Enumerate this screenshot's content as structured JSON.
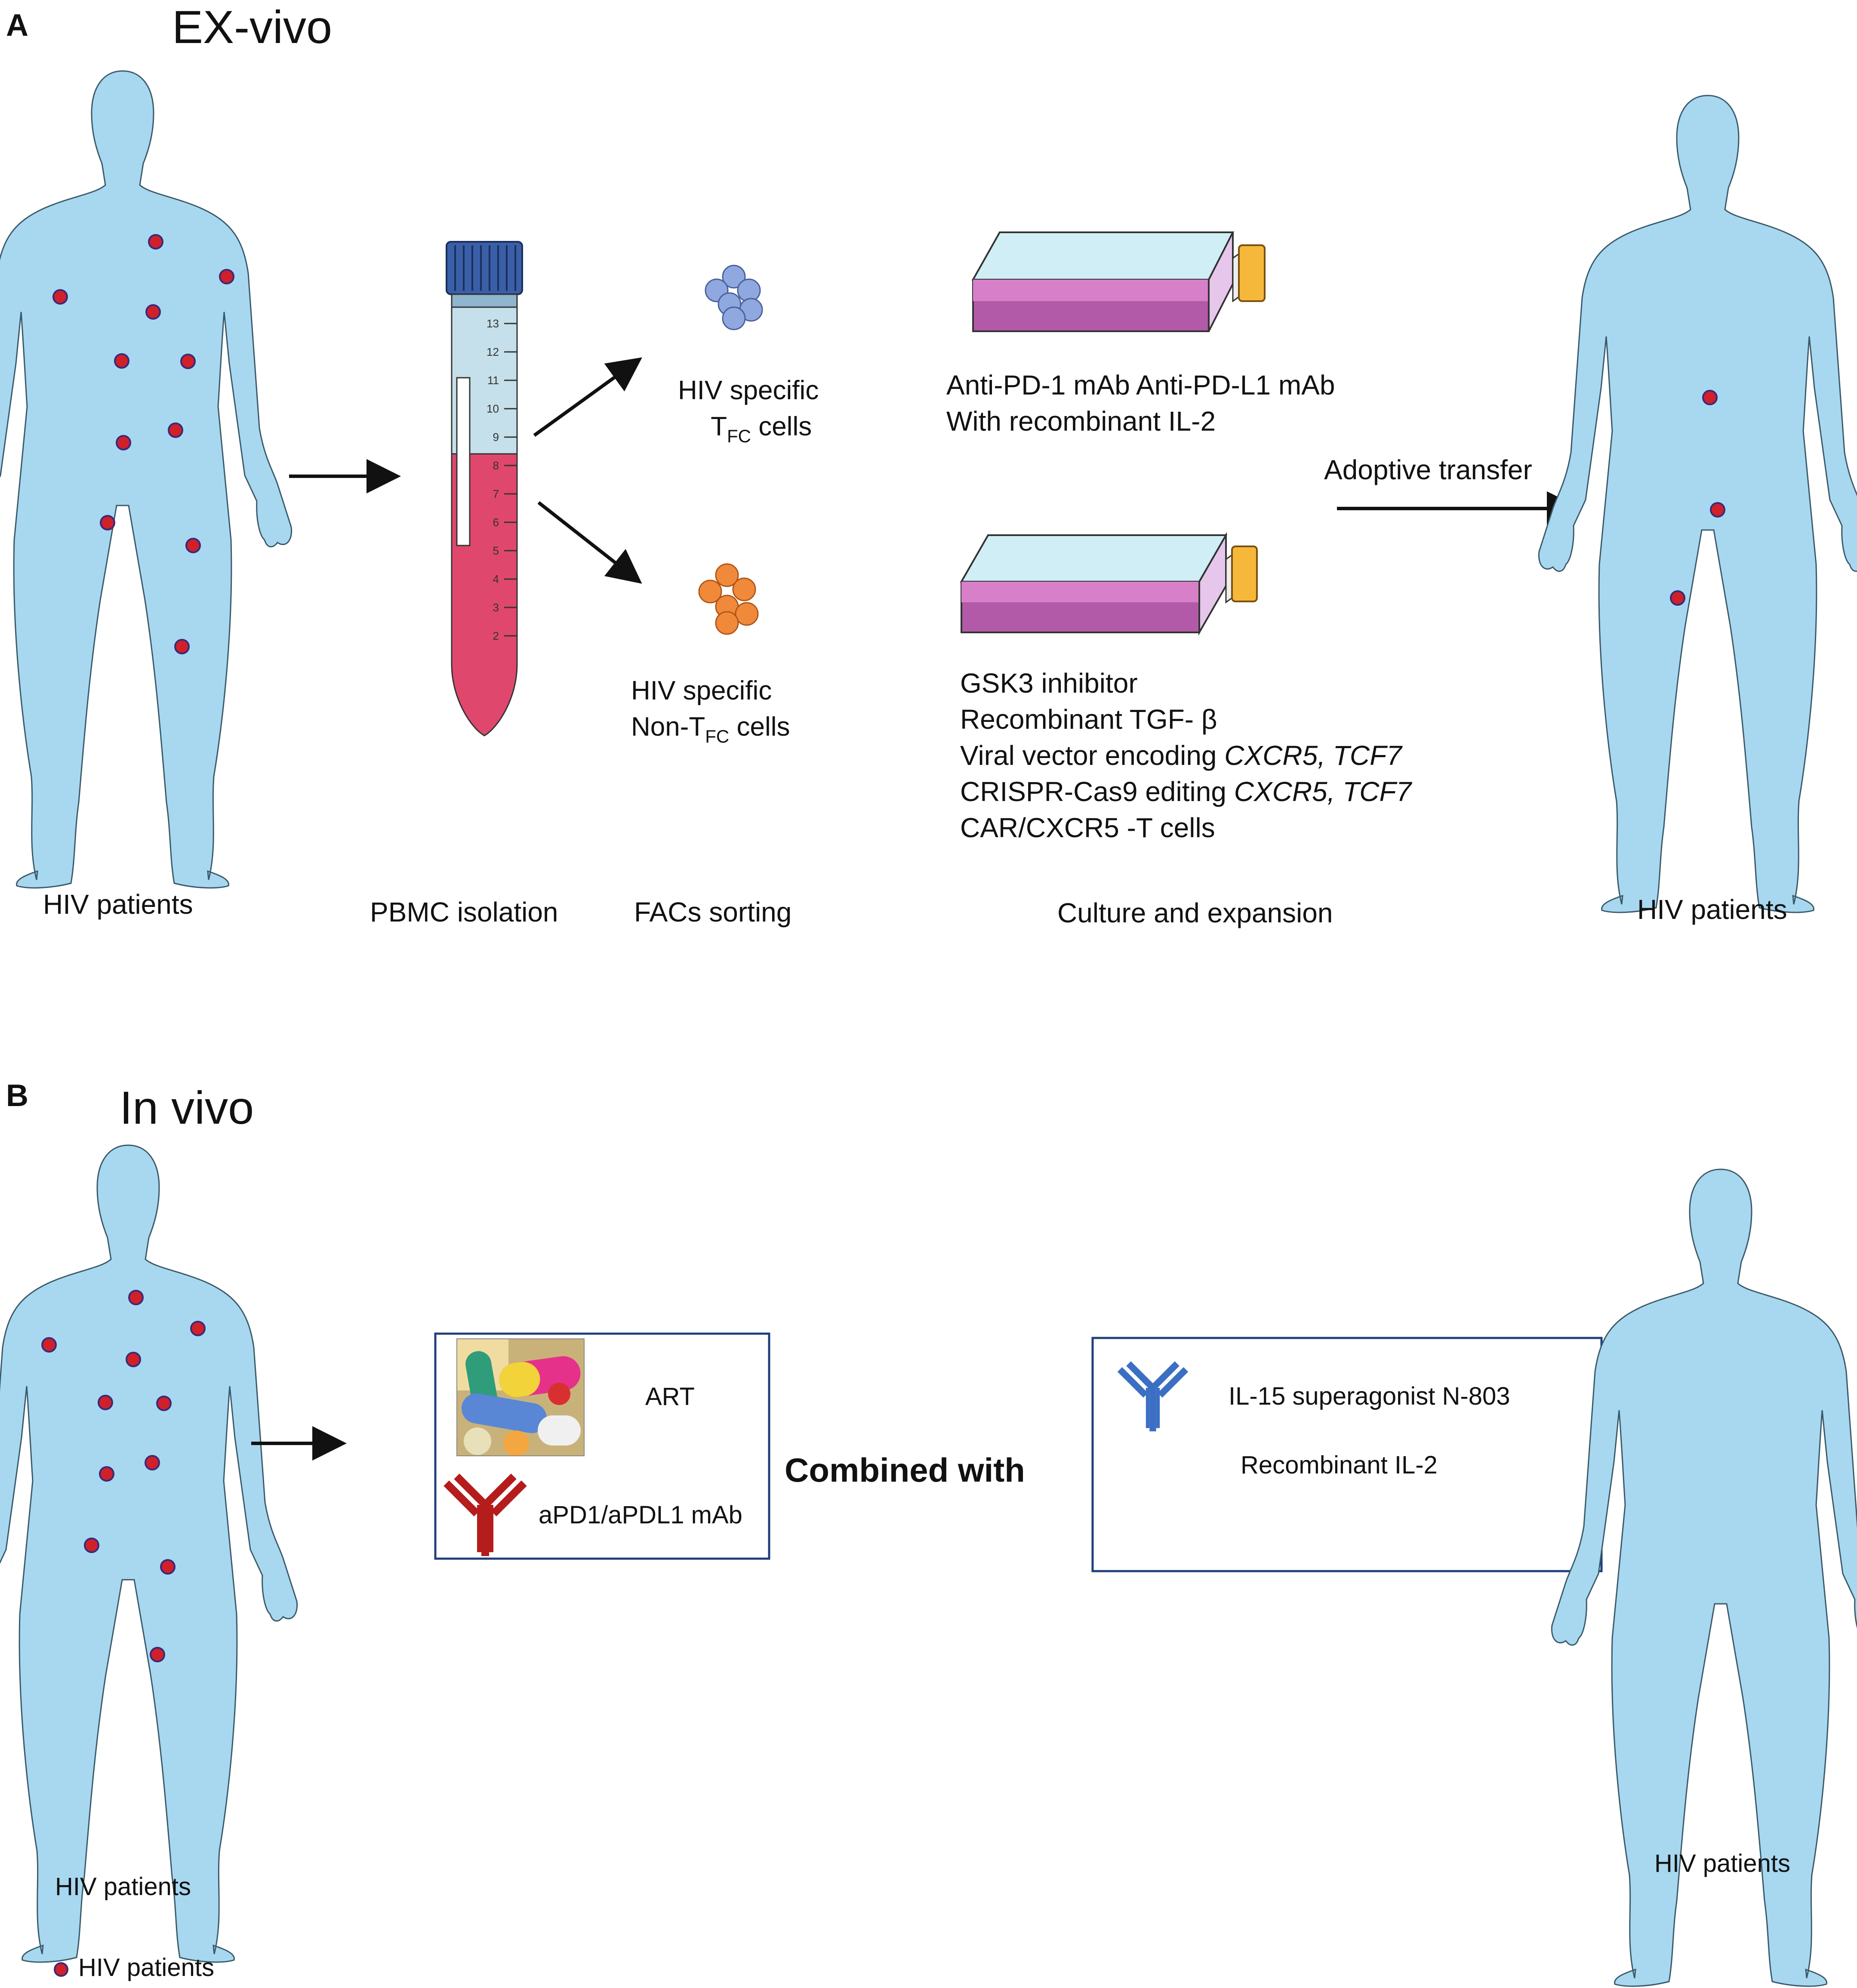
{
  "panel_a": {
    "letter": "A",
    "title": "EX-vivo",
    "tfc_label": {
      "line1": "HIV specific",
      "line2_pre": "T",
      "line2_sub": "FC",
      "line2_post": " cells"
    },
    "non_tfc_label": {
      "line1": "HIV specific",
      "line2_pre": "Non-T",
      "line2_sub": "FC",
      "line2_post": " cells"
    },
    "culture_top": [
      "Anti-PD-1 mAb  Anti-PD-L1 mAb",
      "With recombinant IL-2"
    ],
    "culture_bottom": {
      "l1": "GSK3 inhibitor",
      "l2": "Recombinant TGF- β",
      "l3_pre": "Viral vector encoding ",
      "l3_it": "CXCR5, TCF7",
      "l4_pre": "CRISPR-Cas9 editing ",
      "l4_it": "CXCR5, TCF7",
      "l5": "CAR/CXCR5 -T cells"
    },
    "adoptive_transfer": "Adoptive transfer",
    "steps": {
      "patients_left": "HIV patients",
      "pbmc": "PBMC isolation",
      "facs": "FACs sorting",
      "culture": "Culture and expansion",
      "patients_right": "HIV patients"
    },
    "tube_marks": [
      "13",
      "12",
      "11",
      "10",
      "9",
      "8",
      "7",
      "6",
      "5",
      "4",
      "3",
      "2"
    ]
  },
  "panel_b": {
    "letter": "B",
    "title": "In vivo",
    "box1": {
      "art": "ART",
      "mab": "aPD1/aPDL1 mAb"
    },
    "combined_with": "Combined with",
    "box2": {
      "il15": "IL-15 superagonist N-803",
      "il2": "Recombinant IL-2"
    },
    "patients_left": "HIV patients",
    "patients_right": "HIV patients"
  },
  "legend": {
    "label": "HIV patients"
  },
  "colors": {
    "body_fill": "#a8d8f0",
    "dot": "#d0202a",
    "box_border": "#1f3f7a",
    "tfc_cells": "#8fa8e0",
    "non_tfc_cells": "#f08a3a",
    "flask_liquid": "#b25aa8",
    "antibody_red": "#b51c1c",
    "antibody_blue": "#3b6fc4"
  }
}
